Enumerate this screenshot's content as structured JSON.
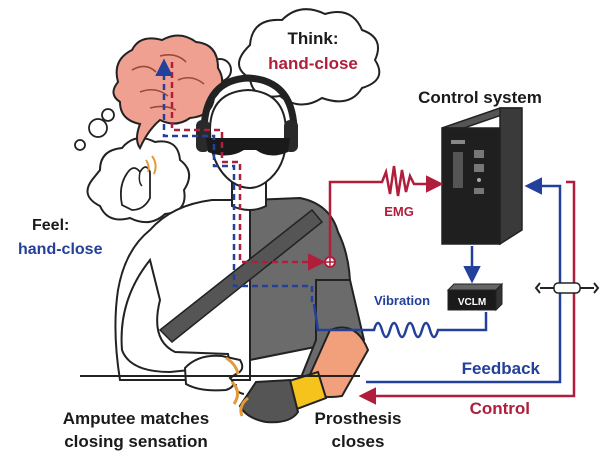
{
  "think": {
    "title": "Think:",
    "action": "hand-close"
  },
  "feel": {
    "title": "Feel:",
    "action": "hand-close"
  },
  "control_system": {
    "title": "Control system"
  },
  "emg": {
    "label": "EMG"
  },
  "vibration": {
    "label": "Vibration"
  },
  "vclm": {
    "label": "VCLM"
  },
  "feedback": {
    "label": "Feedback"
  },
  "control": {
    "label": "Control"
  },
  "amputee_caption": {
    "line1": "Amputee matches",
    "line2": "closing sensation"
  },
  "prosthesis_caption": {
    "line1": "Prosthesis",
    "line2": "closes"
  },
  "colors": {
    "control_red": "#b01e3c",
    "feedback_blue": "#23409a",
    "skin": "#f2a07b",
    "brain": "#f0a090",
    "dark": "#1a1a1a",
    "gray_shirt": "#6b6b6b"
  }
}
